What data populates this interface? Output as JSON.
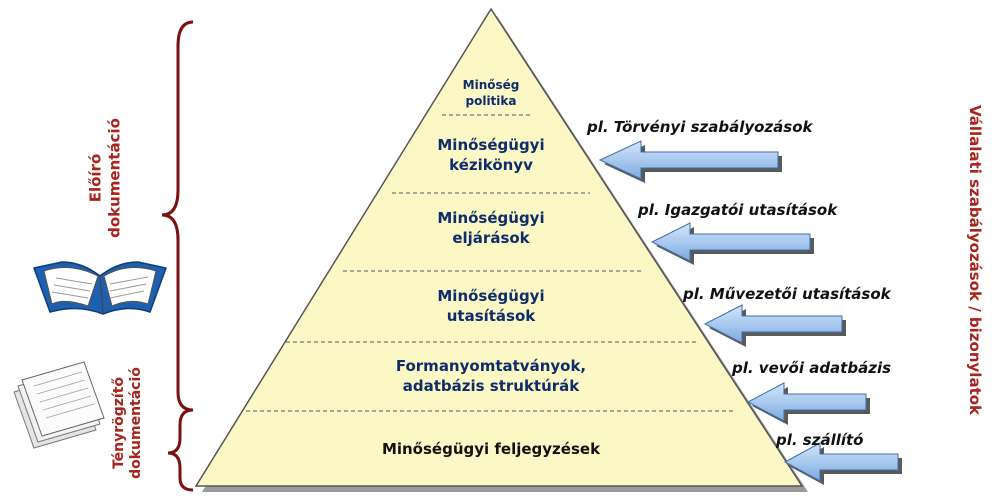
{
  "pyramid": {
    "levels": [
      {
        "line1": "Minőség",
        "line2": "politika"
      },
      {
        "line1": "Minőségügyi",
        "line2": "kézikönyv"
      },
      {
        "line1": "Minőségügyi",
        "line2": "eljárások"
      },
      {
        "line1": "Minőségügyi",
        "line2": "utasítások"
      },
      {
        "line1": "Formanyomtatványok,",
        "line2": "adatbázis struktúrák"
      },
      {
        "line1": "Minőségügyi feljegyzések"
      }
    ]
  },
  "examples": [
    "pl. Törvényi szabályozások",
    "pl. Igazgatói utasítások",
    "pl. Művezetői utasítások",
    "pl. vevői adatbázis",
    "pl. szállító"
  ],
  "left_groups": {
    "prescriptive": {
      "line1": "Előíró",
      "line2": "dokumentáció"
    },
    "recording": {
      "line1": "Tényrögzítő",
      "line2": "dokumentáció"
    }
  },
  "right_label": "Vállalati szabályozások / bizonylatok",
  "colors": {
    "pyramid_fill": "#fbf8c6",
    "level_text": "#0f2d6b",
    "group_label": "#a8241c",
    "arrow_fill": "#a9c9ef",
    "brace": "#7a1010"
  },
  "icons": {
    "book": "open-book-icon",
    "papers": "paper-stack-icon"
  }
}
